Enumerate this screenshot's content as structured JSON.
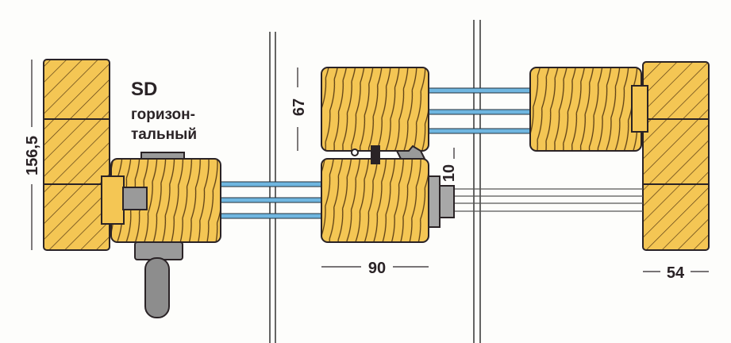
{
  "title": {
    "code": "SD",
    "line1": "горизон-",
    "line2": "тальный"
  },
  "dimensions": {
    "wall_height": "156,5",
    "sash_height": "67",
    "gap": "10",
    "sash_width": "90",
    "wall_width": "54"
  },
  "colors": {
    "wood": "#f4c654",
    "grain": "#5a3d14",
    "glass": "#6fb6e0",
    "metal": "#9a9a9a"
  }
}
